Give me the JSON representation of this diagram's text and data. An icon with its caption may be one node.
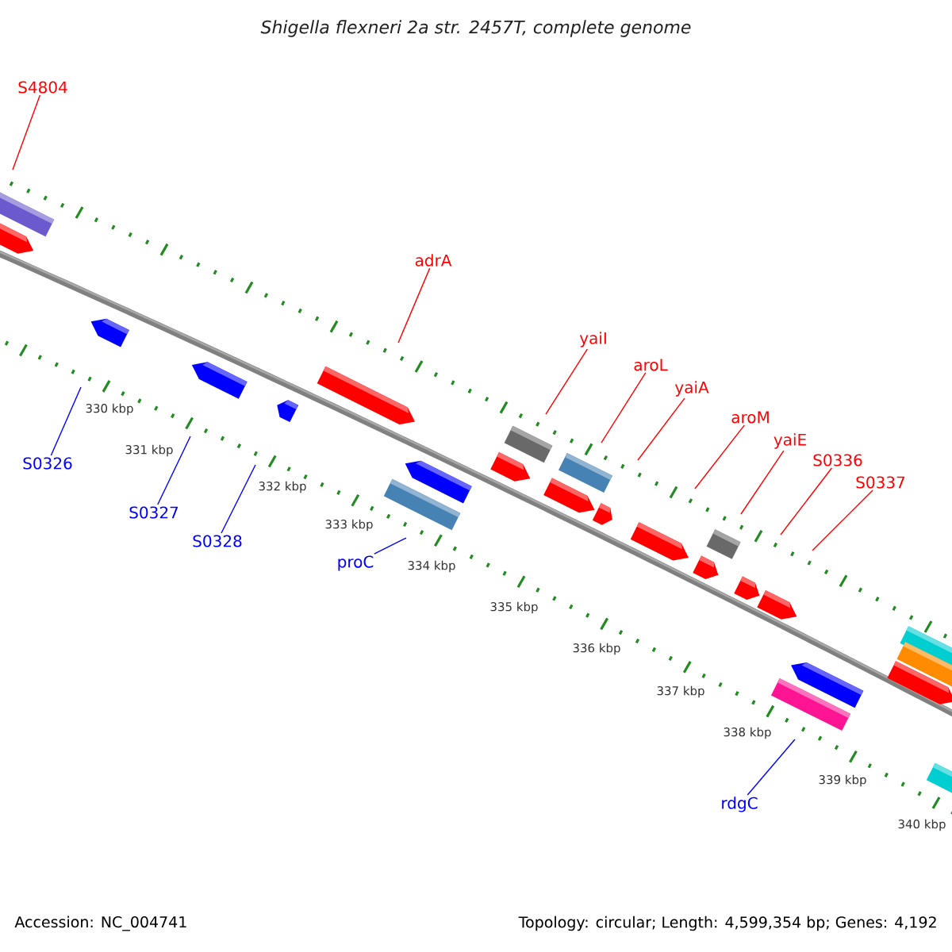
{
  "diagram": {
    "title": "Shigella flexneri 2a str. 2457T, complete genome",
    "nodes": [
      {
        "text": [
          "S4804"
        ]
      },
      {
        "text": [
          "adrA"
        ]
      },
      {
        "text": [
          "yaiI"
        ]
      },
      {
        "text": [
          "aroL"
        ]
      },
      {
        "text": [
          "yaiA"
        ]
      },
      {
        "text": [
          "aroM"
        ]
      },
      {
        "text": [
          "yaiE"
        ]
      },
      {
        "text": [
          "S0336"
        ]
      },
      {
        "text": [
          "S0337"
        ]
      },
      {
        "text": [
          "S0326"
        ]
      },
      {
        "text": [
          "S0327"
        ]
      },
      {
        "text": [
          "S0328"
        ]
      },
      {
        "text": [
          "proC"
        ]
      },
      {
        "text": [
          "rdgC"
        ]
      }
    ],
    "edges": [
      {
        "from": 0,
        "to": null,
        "arrow": "none"
      },
      {
        "from": 1,
        "to": null,
        "arrow": "none"
      },
      {
        "from": 2,
        "to": null,
        "arrow": "none"
      },
      {
        "from": 3,
        "to": null,
        "arrow": "none"
      },
      {
        "from": 4,
        "to": null,
        "arrow": "none"
      },
      {
        "from": 5,
        "to": null,
        "arrow": "none"
      },
      {
        "from": 6,
        "to": null,
        "arrow": "none"
      },
      {
        "from": 7,
        "to": null,
        "arrow": "none"
      },
      {
        "from": 8,
        "to": null,
        "arrow": "none"
      },
      {
        "from": 9,
        "to": null,
        "arrow": "none",
        "color": "#0000ff"
      },
      {
        "from": 10,
        "to": null,
        "arrow": "none",
        "color": "#0000ff"
      },
      {
        "from": 11,
        "to": null,
        "arrow": "none",
        "color": "#0000ff"
      },
      {
        "from": 12,
        "to": null,
        "arrow": "none",
        "color": "#0000ff"
      },
      {
        "from": 13,
        "to": null,
        "arrow": "none",
        "color": "#0000ff"
      }
    ],
    "labels": [
      "330 kbp",
      "331 kbp",
      "332 kbp",
      "333 kbp",
      "334 kbp",
      "335 kbp",
      "336 kbp",
      "337 kbp",
      "338 kbp",
      "339 kbp",
      "340 kbp",
      "Accession: NC_004741",
      "Topology: circular; Length: 4,599,354 bp; Genes: 4,192"
    ]
  }
}
